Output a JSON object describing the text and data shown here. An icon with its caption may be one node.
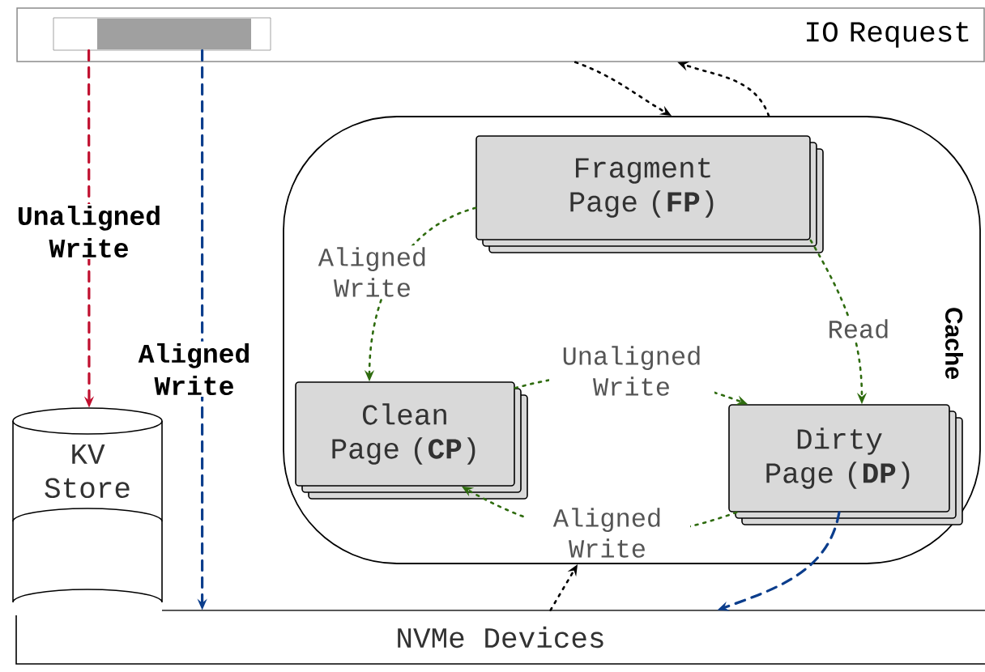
{
  "diagram": {
    "nodes": [
      {
        "text": [
          "IO Request"
        ]
      },
      {
        "text": [],
        "shape": "box",
        "in": 0
      },
      {
        "text": [
          "Cache"
        ]
      },
      {
        "text": [
          "Fragment Page (**FP**)"
        ],
        "in": 2
      },
      {
        "text": [
          "Clean Page (**CP**)"
        ],
        "in": 2
      },
      {
        "text": [
          "Dirty Page (**DP**)"
        ],
        "in": 2
      },
      {
        "text": [
          "KV Store"
        ]
      },
      {
        "text": [
          "NVMe Devices"
        ]
      }
    ],
    "edges": [
      {
        "from": 1,
        "to": 6,
        "arrow": "to",
        "label": "Unaligned Write",
        "style": "dashed",
        "color": "#c0102f"
      },
      {
        "from": 1,
        "to": 7,
        "arrow": "to",
        "label": "Aligned Write",
        "style": "dashed",
        "color": "#0b3d8c"
      },
      {
        "from": 0,
        "to": 2,
        "arrow": "to",
        "color": "#000000"
      },
      {
        "from": 2,
        "to": 0,
        "arrow": "to",
        "color": "#000000"
      },
      {
        "from": 3,
        "to": 4,
        "arrow": "to",
        "label": "Aligned Write",
        "color": "#2e6b0e"
      },
      {
        "from": 3,
        "to": 5,
        "arrow": "to",
        "label": "Read",
        "color": "#2e6b0e"
      },
      {
        "from": 4,
        "to": 5,
        "arrow": "to",
        "label": "Unaligned Write",
        "color": "#2e6b0e"
      },
      {
        "from": 5,
        "to": 4,
        "arrow": "to",
        "label": "Aligned Write",
        "color": "#2e6b0e"
      },
      {
        "from": 7,
        "to": 2,
        "arrow": "to",
        "color": "#000000"
      },
      {
        "from": 5,
        "to": 7,
        "arrow": "to",
        "style": "dashed",
        "color": "#0b3d8c"
      }
    ]
  }
}
